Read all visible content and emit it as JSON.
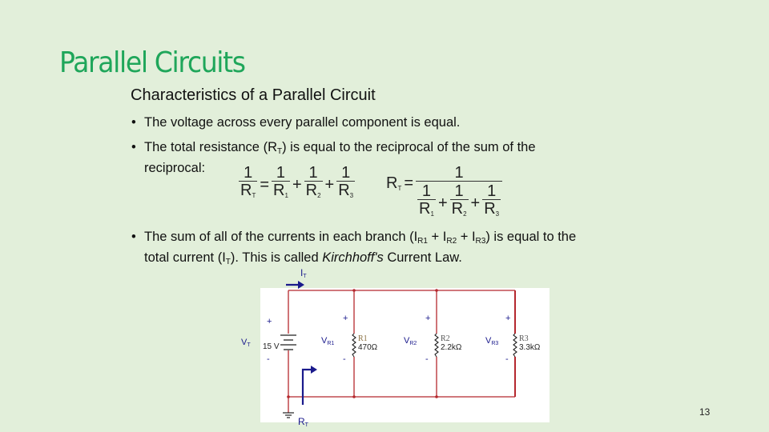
{
  "slide": {
    "title": "Parallel Circuits",
    "subtitle": "Characteristics of a Parallel Circuit",
    "page_number": "13",
    "title_color": "#1fa65a",
    "background_color": "#e2efda"
  },
  "bullets": [
    {
      "text": "The voltage across every parallel component is equal."
    },
    {
      "text_before": "The total resistance (R",
      "sub": "T",
      "text_after": ") is equal to the reciprocal of the sum of the",
      "line2": "reciprocal:"
    },
    {
      "line1_a": "The sum of all of the currents in each branch (I",
      "line1_s1": "R1",
      "line1_b": " + I",
      "line1_s2": "R2",
      "line1_c": " + I",
      "line1_s3": "R3",
      "line1_d": ") is equal to the",
      "line2_a": "total current (I",
      "line2_s": "T",
      "line2_b": "). This is called ",
      "line2_italic": "Kirchhoff's",
      "line2_c": " Current Law."
    }
  ],
  "equations": {
    "eq1": {
      "one": "1",
      "R": "R",
      "T": "T",
      "s1": "1",
      "s2": "2",
      "s3": "3",
      "eq": "=",
      "plus": "+"
    },
    "eq2": {
      "one": "1",
      "R": "R",
      "T": "T",
      "s1": "1",
      "s2": "2",
      "s3": "3",
      "eq": "=",
      "plus": "+"
    }
  },
  "circuit": {
    "current_label": "I",
    "current_sub": "T",
    "resistance_label": "R",
    "resistance_sub": "T",
    "source": {
      "label": "V",
      "sub": "T",
      "value": "15 V"
    },
    "resistors": [
      {
        "name": "R1",
        "value": "470Ω",
        "vlabel": "V",
        "vsub": "R1"
      },
      {
        "name": "R2",
        "value": "2.2kΩ",
        "vlabel": "V",
        "vsub": "R2"
      },
      {
        "name": "R3",
        "value": "3.3kΩ",
        "vlabel": "V",
        "vsub": "R3"
      }
    ],
    "plus": "+",
    "minus": "-",
    "wire_color": "#b5282e",
    "arrow_color": "#1a1a8c",
    "label_color": "#1a1a8c"
  }
}
